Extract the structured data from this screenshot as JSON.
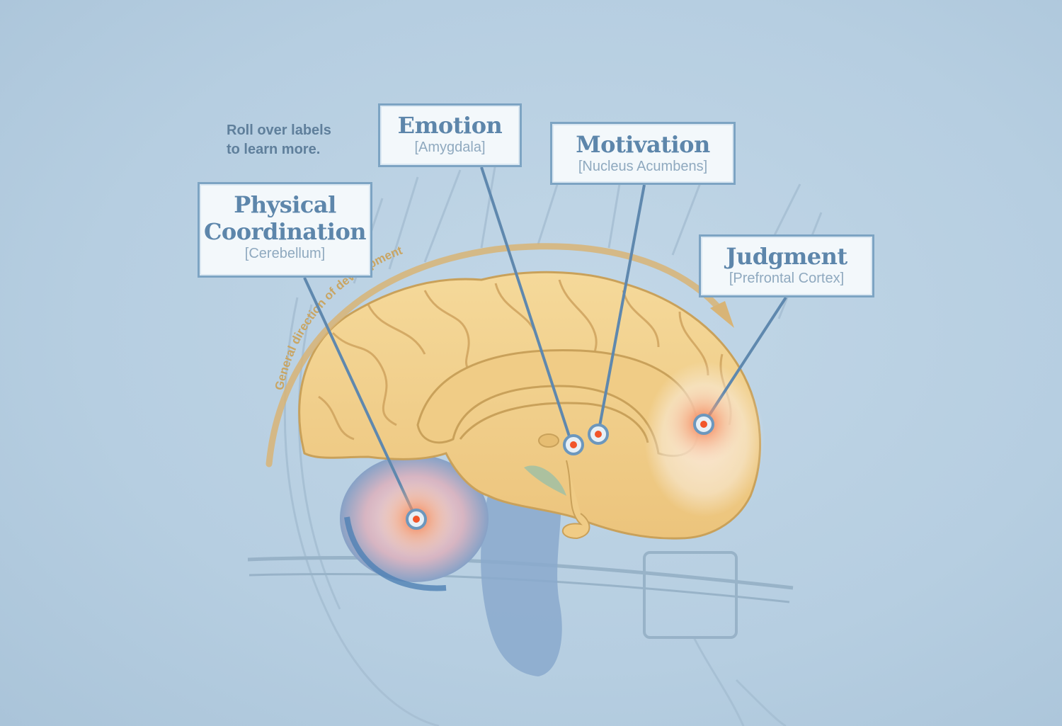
{
  "instructions": {
    "line1": "Roll over labels",
    "line2": "to learn more."
  },
  "arc_label": "General direction of development",
  "labels": [
    {
      "title_line1": "Physical",
      "title_line2": "Coordination",
      "subtitle": "[Cerebellum]"
    },
    {
      "title_line1": "Emotion",
      "subtitle": "[Amygdala]"
    },
    {
      "title_line1": "Motivation",
      "subtitle": "[Nucleus Acumbens]"
    },
    {
      "title_line1": "Judgment",
      "subtitle": "[Prefrontal Cortex]"
    }
  ],
  "colors": {
    "background": "#b8d0e2",
    "brain": "#f1d08d",
    "brain_outline": "#c9a15a",
    "cerebellum": "#6f9cc8",
    "hotspot": "#f26a3c",
    "leader_line": "#5f88ae",
    "arrow": "#d8b476"
  }
}
